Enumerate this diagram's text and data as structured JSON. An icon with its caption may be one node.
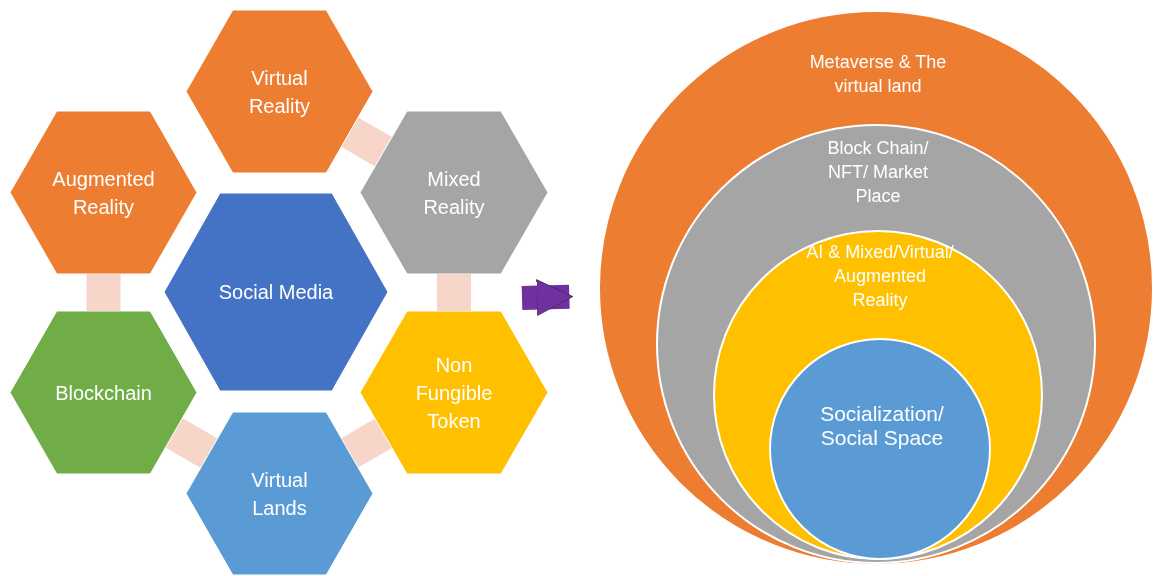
{
  "diagram": {
    "nodes": [
      {
        "text": [
          "Virtual Reality"
        ]
      },
      {
        "text": [
          "Augmented Reality"
        ]
      },
      {
        "text": [
          "Mixed Reality"
        ]
      },
      {
        "text": [
          "Social Media"
        ]
      },
      {
        "text": [
          "Blockchain"
        ]
      },
      {
        "text": [
          "Non Fungible Token"
        ]
      },
      {
        "text": [
          "Virtual Lands"
        ]
      },
      {
        "text": [
          "Metaverse & The virtual land"
        ]
      },
      {
        "text": [
          "Block Chain/ NFT/ Market Place"
        ],
        "in": 7
      },
      {
        "text": [
          "AI & Mixed/Virtual/ Augmented Reality"
        ],
        "in": 8
      },
      {
        "text": [
          "Socialization/ Social Space"
        ],
        "in": 9
      }
    ],
    "edges": [
      {
        "from": 0,
        "to": 2,
        "arrow": "none"
      },
      {
        "from": 1,
        "to": 4,
        "arrow": "none"
      },
      {
        "from": 2,
        "to": 5,
        "arrow": "none"
      },
      {
        "from": 4,
        "to": 6,
        "arrow": "none"
      },
      {
        "from": 6,
        "to": 5,
        "arrow": "none"
      },
      {
        "from": null,
        "to": 7,
        "arrow": "to",
        "color": "#7030a0"
      }
    ]
  }
}
